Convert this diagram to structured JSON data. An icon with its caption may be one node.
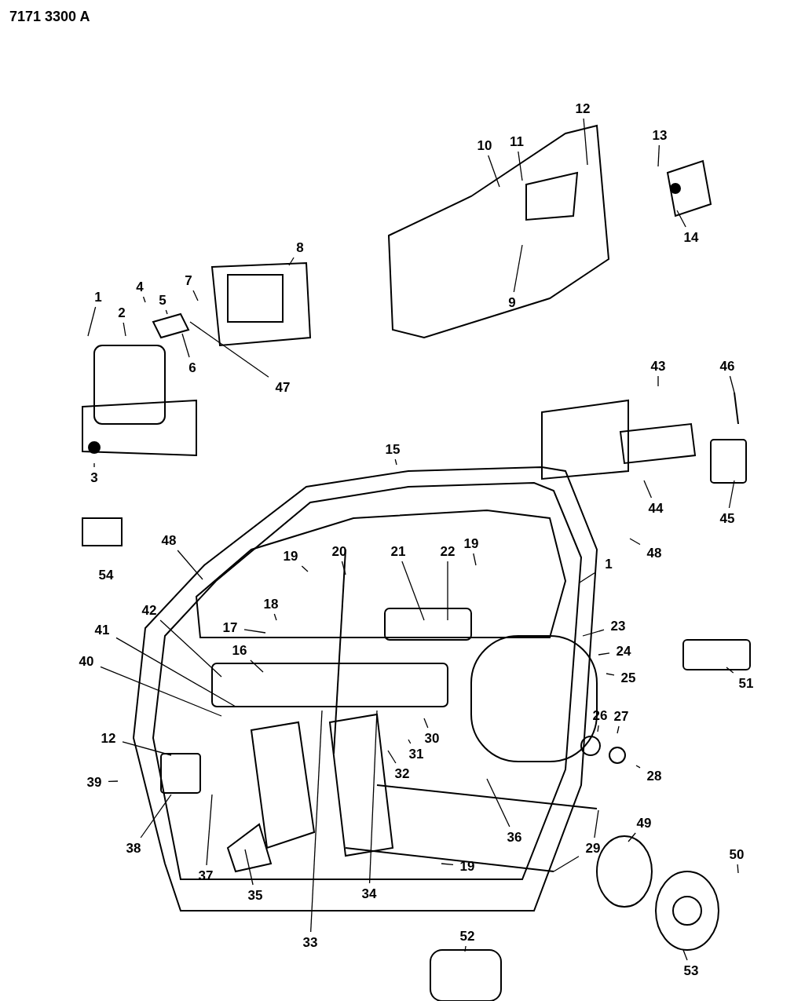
{
  "diagram": {
    "nodes": [
      {
        "text": [
          "1"
        ]
      },
      {
        "text": [
          "2"
        ]
      },
      {
        "text": [
          "4"
        ]
      },
      {
        "text": [
          "5"
        ]
      },
      {
        "text": [
          "7"
        ]
      },
      {
        "text": [
          "8"
        ]
      },
      {
        "text": [
          "6"
        ]
      },
      {
        "text": [
          "47"
        ]
      },
      {
        "text": [
          "3"
        ]
      },
      {
        "text": [
          "10"
        ]
      },
      {
        "text": [
          "11"
        ]
      },
      {
        "text": [
          "12"
        ]
      },
      {
        "text": [
          "13"
        ]
      },
      {
        "text": [
          "14"
        ]
      },
      {
        "text": [
          "9"
        ]
      },
      {
        "text": [
          "43"
        ]
      },
      {
        "text": [
          "46"
        ]
      },
      {
        "text": [
          "44"
        ]
      },
      {
        "text": [
          "45"
        ]
      },
      {
        "text": [
          "15"
        ]
      },
      {
        "text": [
          "48"
        ]
      },
      {
        "text": [
          "48"
        ]
      },
      {
        "text": [
          "19"
        ]
      },
      {
        "text": [
          "19"
        ]
      },
      {
        "text": [
          "20"
        ]
      },
      {
        "text": [
          "21"
        ]
      },
      {
        "text": [
          "22"
        ]
      },
      {
        "text": [
          "1"
        ]
      },
      {
        "text": [
          "23"
        ]
      },
      {
        "text": [
          "24"
        ]
      },
      {
        "text": [
          "25"
        ]
      },
      {
        "text": [
          "51"
        ]
      },
      {
        "text": [
          "18"
        ]
      },
      {
        "text": [
          "17"
        ]
      },
      {
        "text": [
          "16"
        ]
      },
      {
        "text": [
          "42"
        ]
      },
      {
        "text": [
          "41"
        ]
      },
      {
        "text": [
          "40"
        ]
      },
      {
        "text": [
          "26"
        ]
      },
      {
        "text": [
          "27"
        ]
      },
      {
        "text": [
          "28"
        ]
      },
      {
        "text": [
          "30"
        ]
      },
      {
        "text": [
          "31"
        ]
      },
      {
        "text": [
          "32"
        ]
      },
      {
        "text": [
          "12"
        ]
      },
      {
        "text": [
          "39"
        ]
      },
      {
        "text": [
          "29"
        ]
      },
      {
        "text": [
          "36"
        ]
      },
      {
        "text": [
          "49"
        ]
      },
      {
        "text": [
          "50"
        ]
      },
      {
        "text": [
          "38"
        ]
      },
      {
        "text": [
          "19"
        ]
      },
      {
        "text": [
          "37"
        ]
      },
      {
        "text": [
          "34"
        ]
      },
      {
        "text": [
          "35"
        ]
      },
      {
        "text": [
          "33"
        ]
      },
      {
        "text": [
          "52"
        ]
      },
      {
        "text": [
          "53"
        ]
      }
    ],
    "edges": [
      {
        "from": 0,
        "to": null,
        "arrow": "none"
      },
      {
        "from": 1,
        "to": null,
        "arrow": "none"
      },
      {
        "from": 2,
        "to": null,
        "arrow": "none"
      },
      {
        "from": 3,
        "to": null,
        "arrow": "none"
      },
      {
        "from": 4,
        "to": null,
        "arrow": "none"
      },
      {
        "from": 5,
        "to": null,
        "arrow": "none"
      },
      {
        "from": 6,
        "to": null,
        "arrow": "none"
      },
      {
        "from": 7,
        "to": null,
        "arrow": "none"
      },
      {
        "from": 8,
        "to": null,
        "arrow": "none"
      },
      {
        "from": 9,
        "to": null,
        "arrow": "none"
      },
      {
        "from": 10,
        "to": null,
        "arrow": "none"
      },
      {
        "from": 11,
        "to": null,
        "arrow": "none"
      },
      {
        "from": 12,
        "to": null,
        "arrow": "none"
      },
      {
        "from": 13,
        "to": null,
        "arrow": "none"
      },
      {
        "from": 14,
        "to": null,
        "arrow": "none"
      },
      {
        "from": 15,
        "to": null,
        "arrow": "none"
      },
      {
        "from": 16,
        "to": null,
        "arrow": "none"
      },
      {
        "from": 17,
        "to": null,
        "arrow": "none"
      },
      {
        "from": 18,
        "to": null,
        "arrow": "none"
      },
      {
        "from": 19,
        "to": null,
        "arrow": "none"
      },
      {
        "from": 20,
        "to": null,
        "arrow": "none"
      },
      {
        "from": 21,
        "to": null,
        "arrow": "none"
      },
      {
        "from": 22,
        "to": null,
        "arrow": "none"
      },
      {
        "from": 23,
        "to": null,
        "arrow": "none"
      },
      {
        "from": 24,
        "to": null,
        "arrow": "none"
      },
      {
        "from": 25,
        "to": null,
        "arrow": "none"
      },
      {
        "from": 26,
        "to": null,
        "arrow": "none"
      },
      {
        "from": 27,
        "to": null,
        "arrow": "none"
      },
      {
        "from": 28,
        "to": null,
        "arrow": "none"
      },
      {
        "from": 29,
        "to": null,
        "arrow": "none"
      },
      {
        "from": 30,
        "to": null,
        "arrow": "none"
      },
      {
        "from": 31,
        "to": null,
        "arrow": "none"
      },
      {
        "from": 32,
        "to": null,
        "arrow": "none"
      },
      {
        "from": 33,
        "to": null,
        "arrow": "none"
      },
      {
        "from": 34,
        "to": null,
        "arrow": "none"
      },
      {
        "from": 35,
        "to": null,
        "arrow": "none"
      },
      {
        "from": 36,
        "to": null,
        "arrow": "none"
      },
      {
        "from": 37,
        "to": null,
        "arrow": "none"
      },
      {
        "from": 38,
        "to": null,
        "arrow": "none"
      },
      {
        "from": 39,
        "to": null,
        "arrow": "none"
      },
      {
        "from": 40,
        "to": null,
        "arrow": "none"
      },
      {
        "from": 41,
        "to": null,
        "arrow": "none"
      },
      {
        "from": 42,
        "to": null,
        "arrow": "none"
      },
      {
        "from": 43,
        "to": null,
        "arrow": "none"
      },
      {
        "from": 44,
        "to": null,
        "arrow": "none"
      },
      {
        "from": 45,
        "to": null,
        "arrow": "none"
      },
      {
        "from": 46,
        "to": null,
        "arrow": "none"
      },
      {
        "from": 46,
        "to": null,
        "arrow": "none"
      },
      {
        "from": 47,
        "to": null,
        "arrow": "none"
      },
      {
        "from": 48,
        "to": null,
        "arrow": "none"
      },
      {
        "from": 49,
        "to": null,
        "arrow": "none"
      },
      {
        "from": 50,
        "to": null,
        "arrow": "none"
      },
      {
        "from": 51,
        "to": null,
        "arrow": "none"
      },
      {
        "from": 52,
        "to": null,
        "arrow": "none"
      },
      {
        "from": 53,
        "to": null,
        "arrow": "none"
      },
      {
        "from": 54,
        "to": null,
        "arrow": "none"
      },
      {
        "from": 55,
        "to": null,
        "arrow": "none"
      },
      {
        "from": 56,
        "to": null,
        "arrow": "none"
      },
      {
        "from": 57,
        "to": null,
        "arrow": "none"
      }
    ],
    "labels": [
      "7171 3300 A",
      "54"
    ]
  }
}
